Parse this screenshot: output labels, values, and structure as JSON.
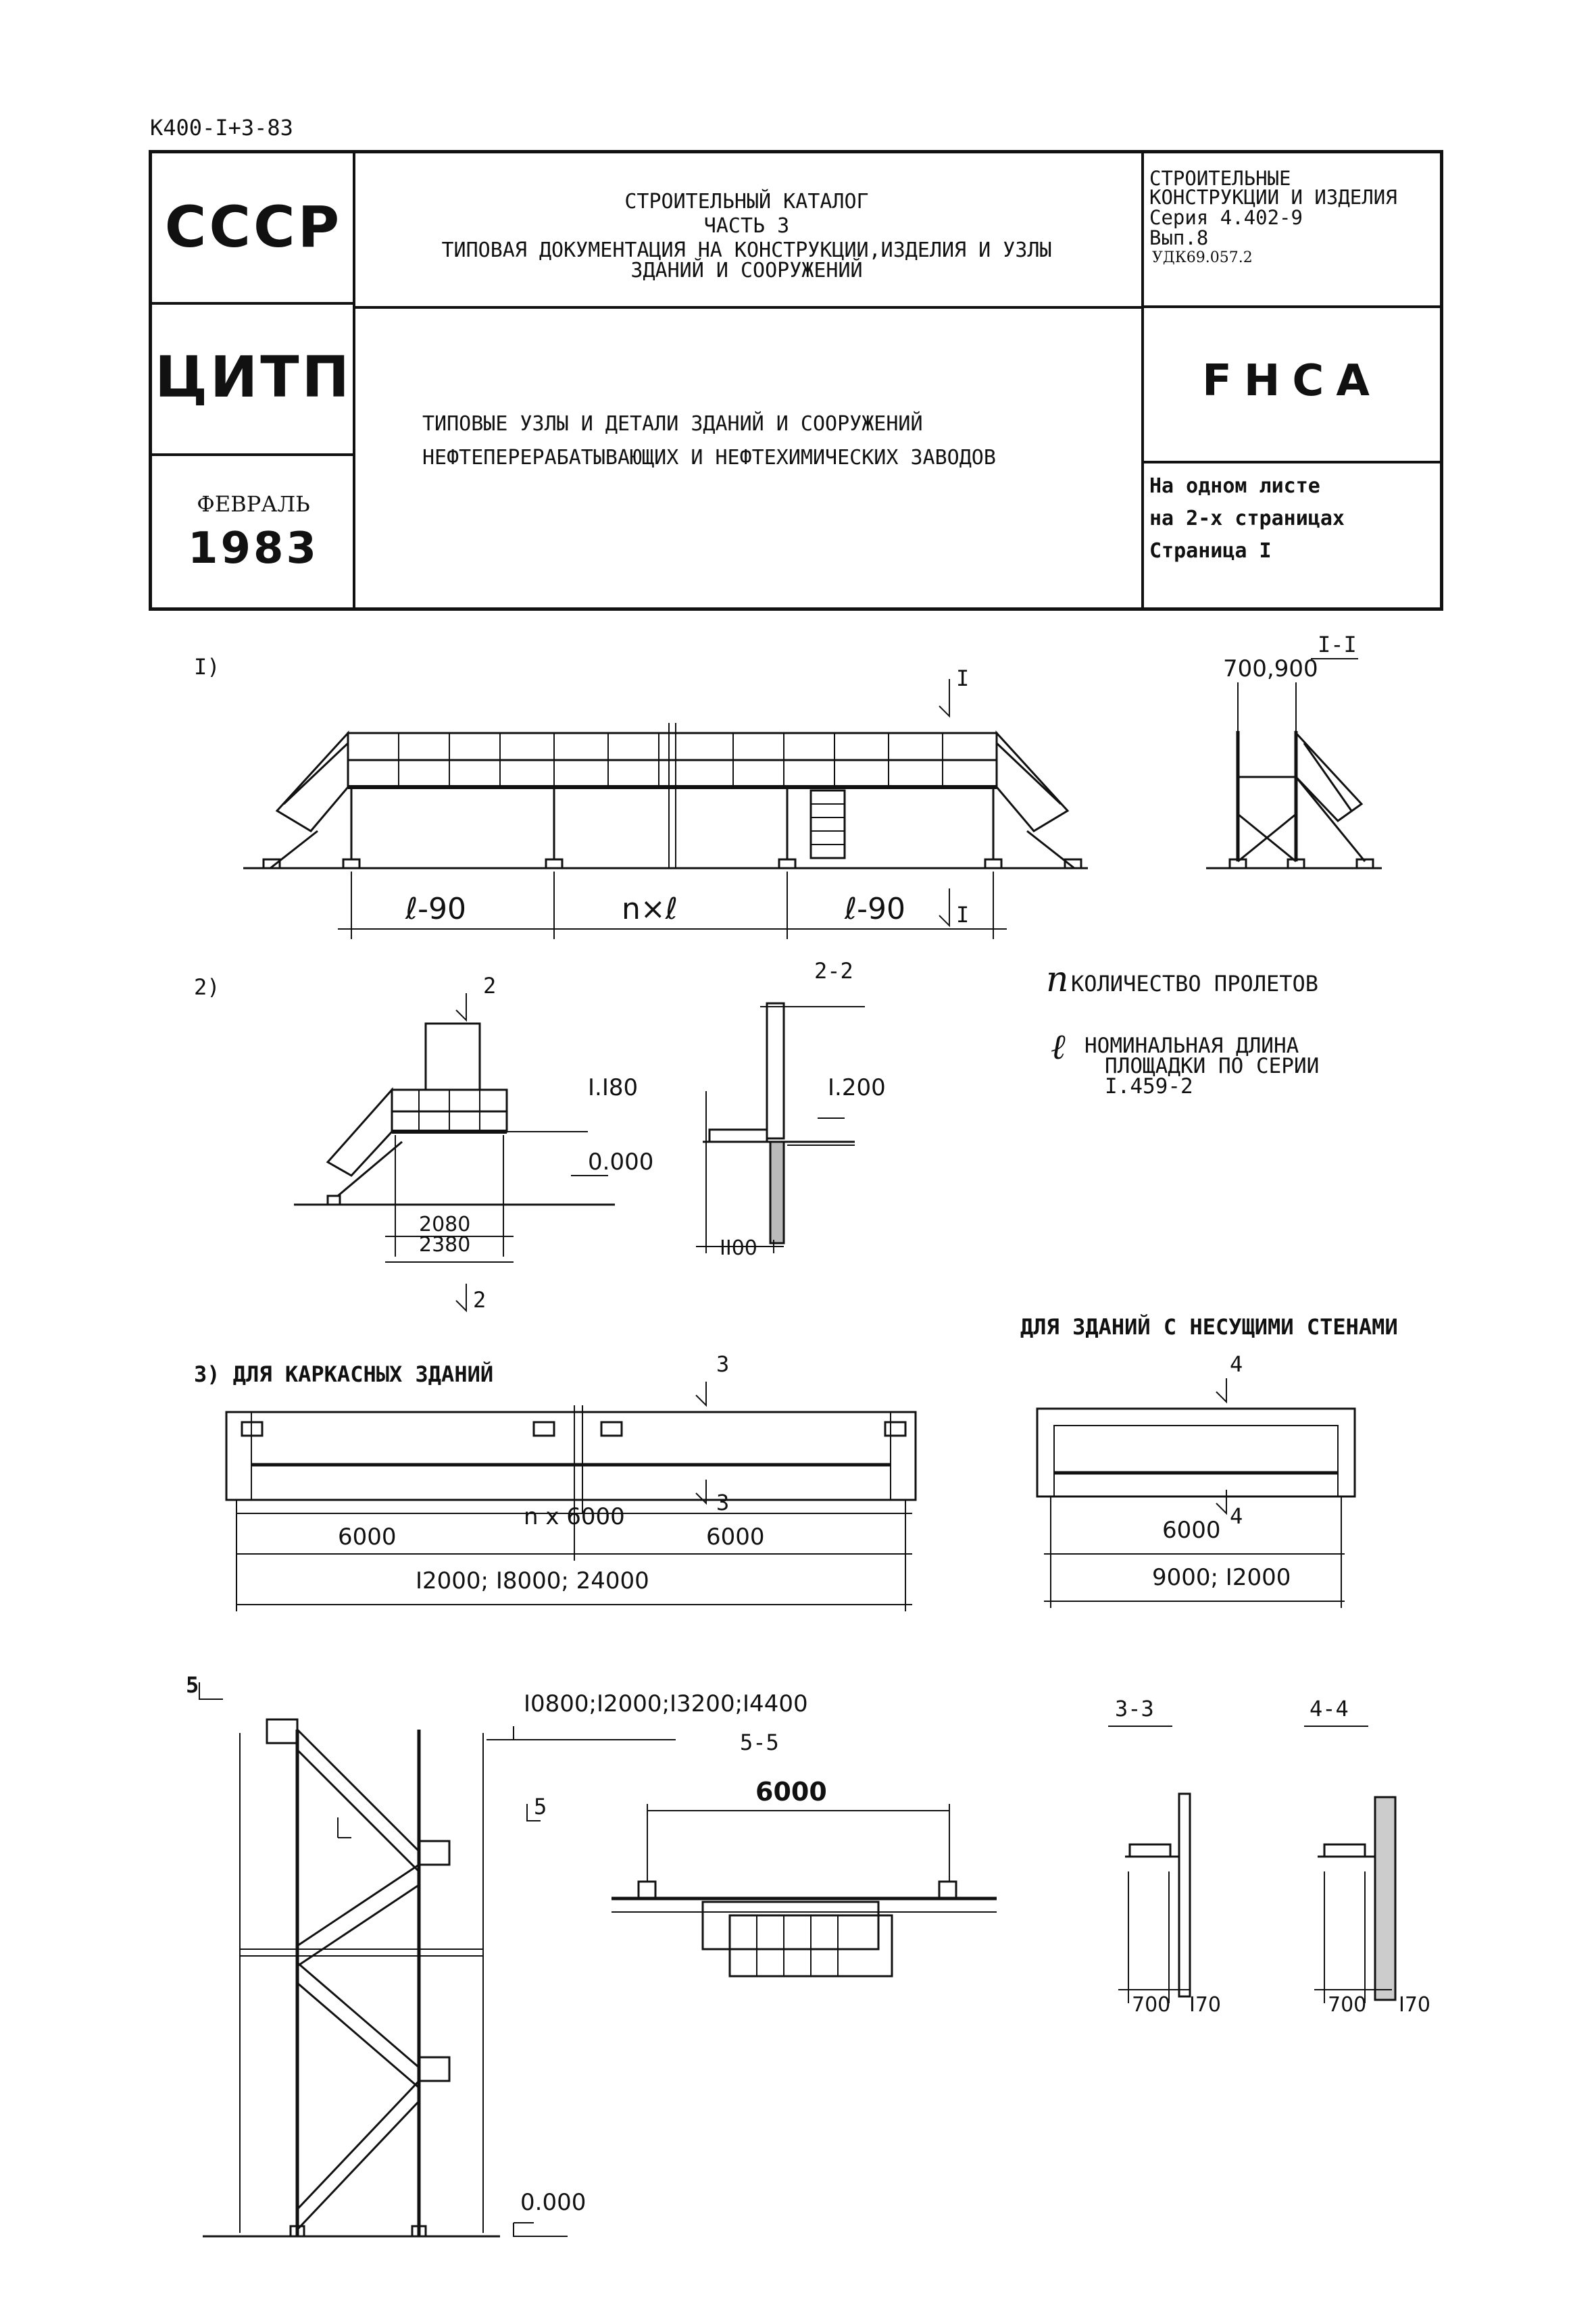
{
  "doc_code": "К400-I+3-83",
  "header": {
    "org1": "СССР",
    "org2": "ЦИТП",
    "month": "ФЕВРАЛЬ",
    "year": "1983",
    "catalog_line1": "СТРОИТЕЛЬНЫЙ КАТАЛОГ",
    "catalog_line2": "ЧАСТЬ 3",
    "catalog_line3": "ТИПОВАЯ ДОКУМЕНТАЦИЯ НА КОНСТРУКЦИИ,ИЗДЕЛИЯ И УЗЛЫ",
    "catalog_line4": "ЗДАНИЙ И СООРУЖЕНИЙ",
    "title_line1": "ТИПОВЫЕ УЗЛЫ И ДЕТАЛИ ЗДАНИЙ И СООРУЖЕНИЙ",
    "title_line2": "НЕФТЕПЕРЕРАБАТЫВАЮЩИХ И НЕФТЕХИМИЧЕСКИХ ЗАВОДОВ",
    "right_line1": "СТРОИТЕЛЬНЫЕ",
    "right_line2": "КОНСТРУКЦИИ И ИЗДЕЛИЯ",
    "series": "Серия 4.402-9",
    "issue": "Вып.8",
    "udk": "УДК69.057.2",
    "code_mark": "FHCA",
    "sheet_line1": "На одном листе",
    "sheet_line2": "на 2-х страницах",
    "sheet_line3": "Страница I"
  },
  "fig1": {
    "num": "I)",
    "cut_mark": "I",
    "section_title": "I-I",
    "section_dim": "700,900",
    "dim_left": "ℓ-90",
    "dim_mid": "n×ℓ",
    "dim_right": "ℓ-90"
  },
  "fig2": {
    "num": "2)",
    "cut_mark": "2",
    "section_title": "2-2",
    "elev1": "I.I80",
    "elev2": "0.000",
    "elev3": "I.200",
    "dim1": "2080",
    "dim2": "2380",
    "dim3": "II00"
  },
  "legend": {
    "n_symbol": "n",
    "n_text": "КОЛИЧЕСТВО ПРОЛЕТОВ",
    "l_symbol": "ℓ",
    "l_text1": "НОМИНАЛЬНАЯ ДЛИНА",
    "l_text2": "ПЛОЩАДКИ ПО СЕРИИ",
    "l_text3": "I.459-2"
  },
  "fig3": {
    "label": "3) ДЛЯ КАРКАСНЫХ ЗДАНИЙ",
    "cut_mark": "3",
    "dim_left": "6000",
    "dim_mid": "n x 6000",
    "dim_right": "6000",
    "dim_total": "I2000; I8000; 24000"
  },
  "fig4": {
    "label": "ДЛЯ ЗДАНИЙ С НЕСУЩИМИ СТЕНАМИ",
    "cut_mark": "4",
    "dim1": "6000",
    "dim_total": "9000; I2000"
  },
  "fig5": {
    "num": "5",
    "heights": "I0800;I2000;I3200;I4400",
    "section_title": "5-5",
    "dim": "6000",
    "elev": "0.000",
    "cut_mark": "5"
  },
  "sections": {
    "s33_title": "3-3",
    "s44_title": "4-4",
    "s33_dim1": "700",
    "s33_dim2": "I70",
    "s44_dim1": "700",
    "s44_dim2": "I70"
  }
}
